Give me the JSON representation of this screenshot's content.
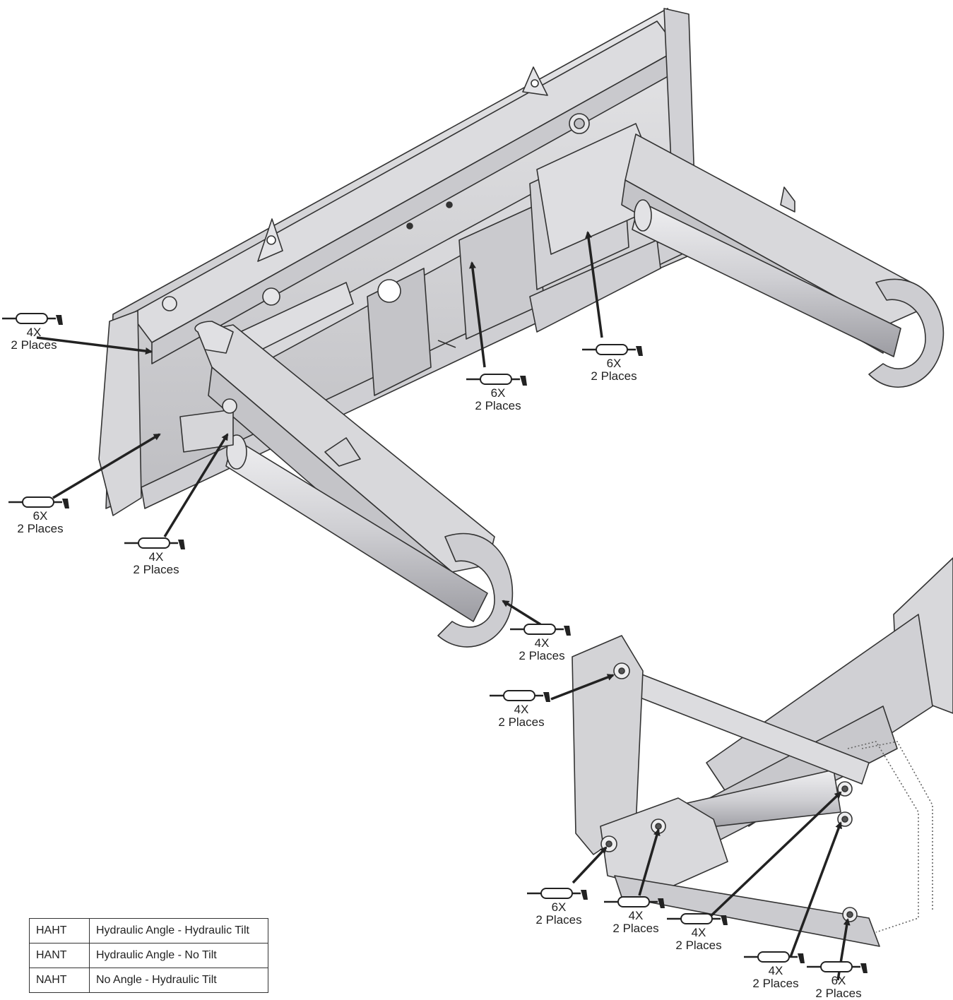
{
  "callouts": [
    {
      "id": "c1",
      "count": "4X",
      "places": "2 Places"
    },
    {
      "id": "c2",
      "count": "6X",
      "places": "2 Places"
    },
    {
      "id": "c3",
      "count": "6X",
      "places": "2 Places"
    },
    {
      "id": "c4",
      "count": "6X",
      "places": "2 Places"
    },
    {
      "id": "c5",
      "count": "4X",
      "places": "2 Places"
    },
    {
      "id": "c6",
      "count": "4X",
      "places": "2 Places"
    },
    {
      "id": "c7",
      "count": "4X",
      "places": "2 Places"
    },
    {
      "id": "c8",
      "count": "6X",
      "places": "2 Places"
    },
    {
      "id": "c9",
      "count": "4X",
      "places": "2 Places"
    },
    {
      "id": "c10",
      "count": "4X",
      "places": "2 Places"
    },
    {
      "id": "c11",
      "count": "4X",
      "places": "2 Places"
    },
    {
      "id": "c12",
      "count": "6X",
      "places": "2 Places"
    }
  ],
  "legend": [
    {
      "code": "HAHT",
      "description": "Hydraulic Angle - Hydraulic Tilt"
    },
    {
      "code": "HANT",
      "description": "Hydraulic Angle - No Tilt"
    },
    {
      "code": "NAHT",
      "description": "No Angle - Hydraulic Tilt"
    }
  ],
  "icons": {
    "callout_symbol": "grease-gun-icon"
  }
}
